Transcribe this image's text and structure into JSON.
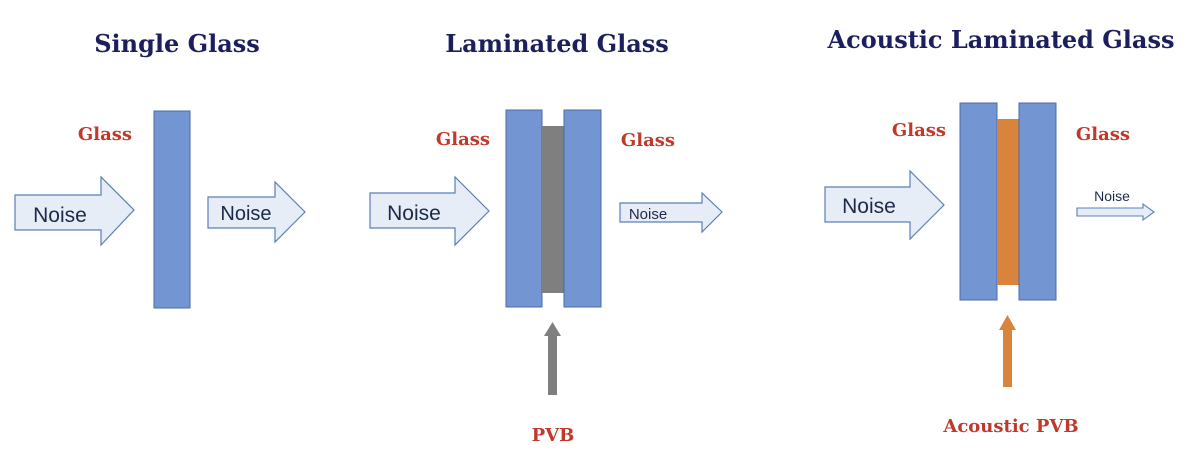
{
  "colors": {
    "title": "#1c1f5e",
    "label": "#c0392b",
    "glass": "#7396d2",
    "glass_stroke": "#4a6aa8",
    "pvb": "#7f7f7f",
    "acoustic_pvb": "#d9843c",
    "arrow_fill": "#e6edf7",
    "arrow_stroke": "#5b7fb5",
    "noise_text": "#1c2a4a"
  },
  "panels": {
    "single": {
      "title": "Single Glass",
      "glass_label": "Glass",
      "noise_in": "Noise",
      "noise_out": "Noise"
    },
    "laminated": {
      "title": "Laminated Glass",
      "glass_label_left": "Glass",
      "glass_label_right": "Glass",
      "noise_in": "Noise",
      "noise_out": "Noise",
      "interlayer_label": "PVB"
    },
    "acoustic": {
      "title": "Acoustic Laminated Glass",
      "glass_label_left": "Glass",
      "glass_label_right": "Glass",
      "noise_in": "Noise",
      "noise_out": "Noise",
      "interlayer_label": "Acoustic PVB"
    }
  }
}
